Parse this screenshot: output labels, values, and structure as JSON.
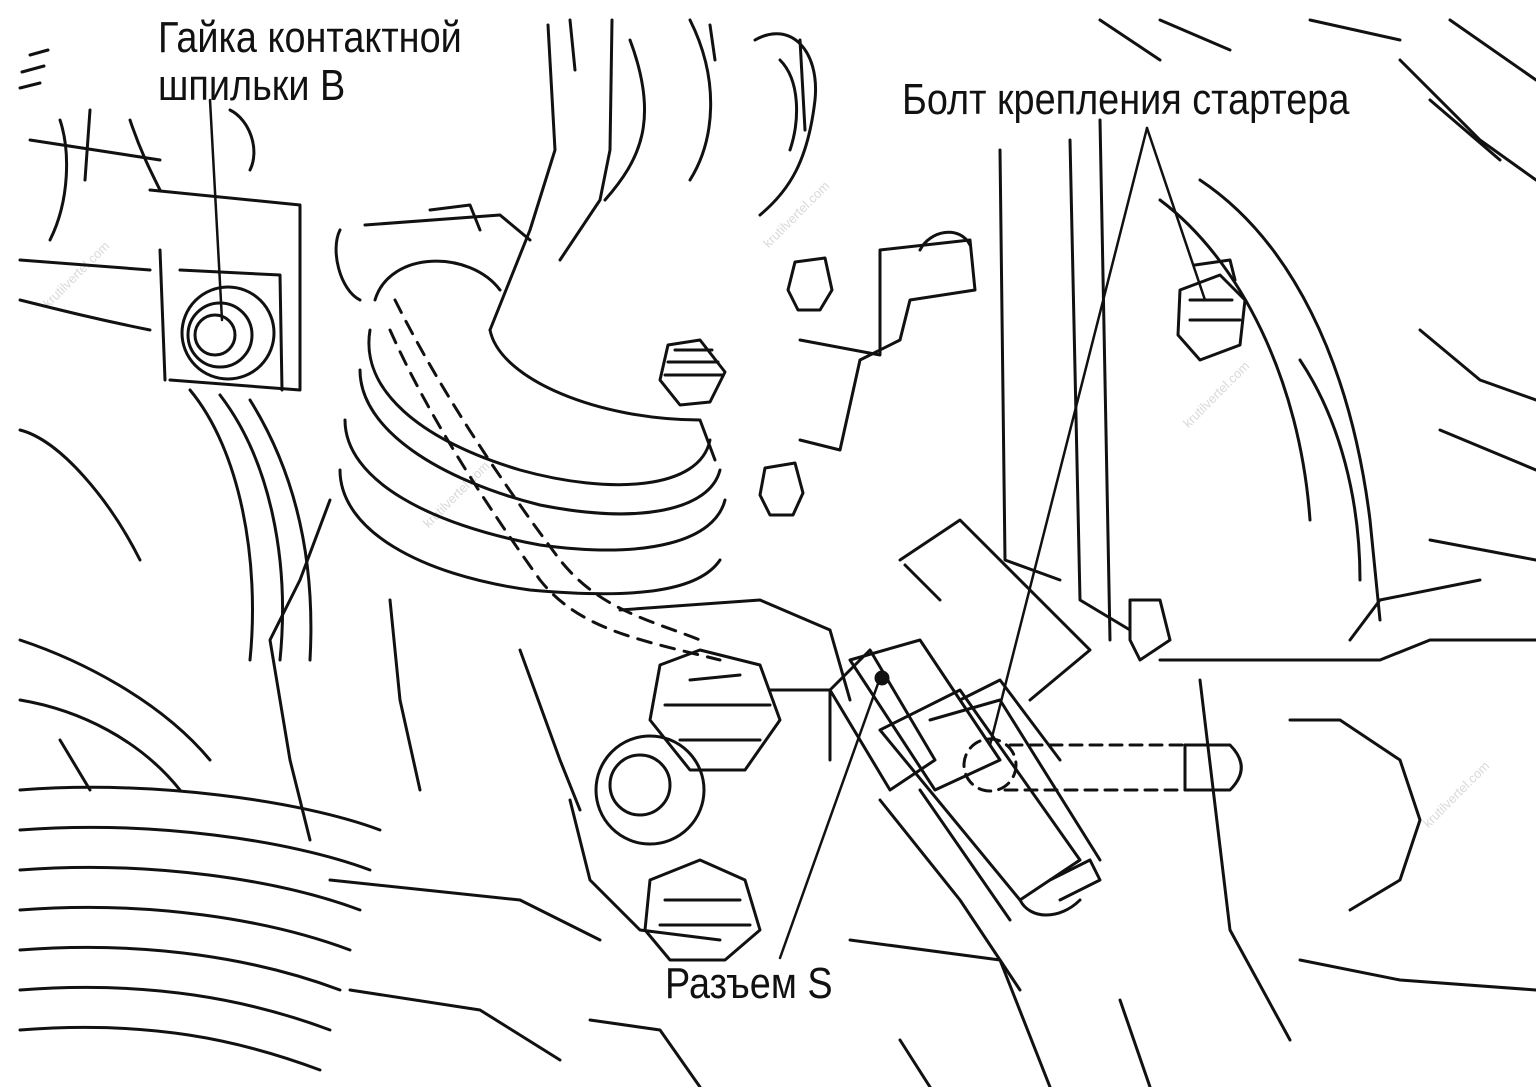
{
  "labels": {
    "contact_stud_nut": {
      "line1": "Гайка контактной",
      "line2": "шпильки В"
    },
    "starter_bolt": "Болт крепления стартера",
    "connector_s": "Разъем S"
  },
  "watermark": "krutilvertel.com",
  "colors": {
    "ink": "#111111",
    "background": "#ffffff",
    "watermark": "#d9d9d9"
  }
}
